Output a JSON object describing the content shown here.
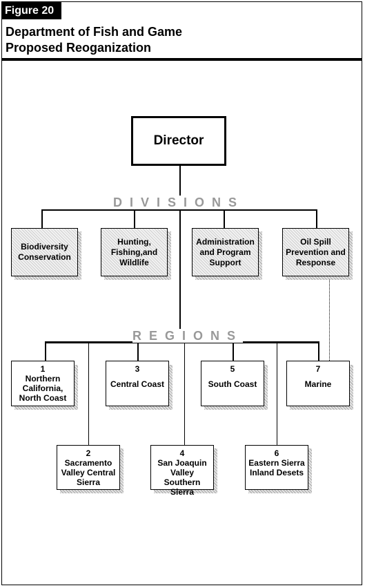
{
  "figure": {
    "tag": "Figure 20"
  },
  "title": {
    "line1": "Department of Fish and Game",
    "line2": "Proposed Reoganization"
  },
  "director": {
    "label": "Director"
  },
  "divisions": {
    "label": "DIVISIONS",
    "items": [
      {
        "name": "Biodiversity Conservation"
      },
      {
        "name": "Hunting, Fishing,and Wildlife"
      },
      {
        "name": "Administration and Program Support"
      },
      {
        "name": "Oil Spill Prevention and Response"
      }
    ]
  },
  "regions": {
    "label": "REGIONS",
    "items": [
      {
        "number": "1",
        "name": "Northern California, North Coast"
      },
      {
        "number": "2",
        "name": "Sacramento Valley Central Sierra"
      },
      {
        "number": "3",
        "name": "Central Coast"
      },
      {
        "number": "4",
        "name": "San Joaquin Valley Southern Sierra"
      },
      {
        "number": "5",
        "name": "South Coast"
      },
      {
        "number": "6",
        "name": "Eastern Sierra Inland Desets"
      },
      {
        "number": "7",
        "name": "Marine"
      }
    ]
  },
  "colors": {
    "section_label": "#999999",
    "box_fill": "#e0e0e0",
    "text": "#000000"
  }
}
